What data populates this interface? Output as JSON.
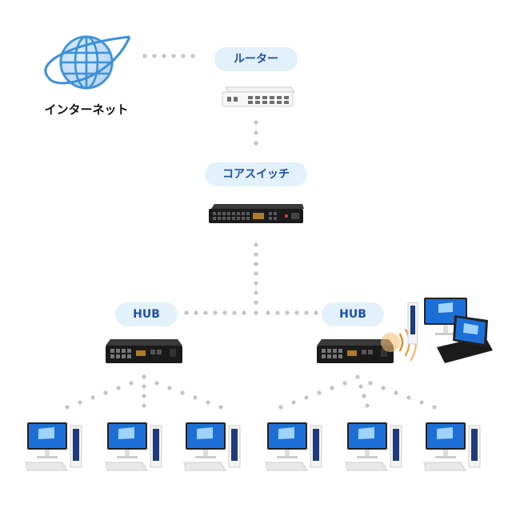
{
  "internet": {
    "label": "インターネット"
  },
  "labels": {
    "router": "ルーター",
    "core_switch": "コアスイッチ",
    "hub_left": "HUB",
    "hub_right": "HUB"
  },
  "colors": {
    "pill_bg": "#e3f1fb",
    "pill_text": "#1f4fa8",
    "dots": "#c4c4c4",
    "globe": "#3b8fd9"
  },
  "icons": [
    "globe-icon",
    "router-device",
    "switch-device",
    "hub-device",
    "desktop-pc",
    "laptop",
    "wifi-waves"
  ]
}
